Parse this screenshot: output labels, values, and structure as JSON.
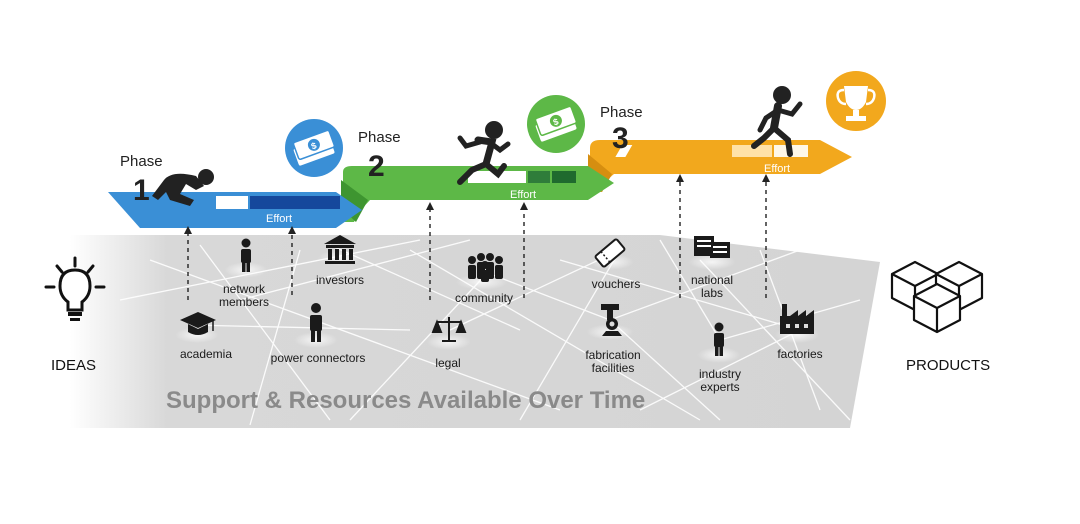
{
  "colors": {
    "phase1": "#3a8fd6",
    "phase2": "#5db847",
    "phase3": "#f2a81d",
    "plane": "#dcdcdc",
    "title": "#8a8a8a"
  },
  "phases": [
    {
      "word": "Phase",
      "number": "1",
      "effort": "Effort",
      "icon": "crouching-runner-icon"
    },
    {
      "word": "Phase",
      "number": "2",
      "effort": "Effort",
      "icon": "sprinting-runner-icon",
      "badge": "money-icon"
    },
    {
      "word": "Phase",
      "number": "3",
      "effort": "Effort",
      "icon": "running-person-icon",
      "badge": "trophy-icon"
    }
  ],
  "start_label": "IDEAS",
  "end_label": "PRODUCTS",
  "resources": {
    "network_members": [
      "network",
      "members"
    ],
    "investors": "investors",
    "community": "community",
    "vouchers": "vouchers",
    "national_labs": [
      "national",
      "labs"
    ],
    "academia": "academia",
    "power_connectors": "power connectors",
    "legal": "legal",
    "fabrication_facilities": [
      "fabrication",
      "facilities"
    ],
    "industry_experts": [
      "industry",
      "experts"
    ],
    "factories": "factories"
  },
  "title": "Support & Resources Available Over Time"
}
